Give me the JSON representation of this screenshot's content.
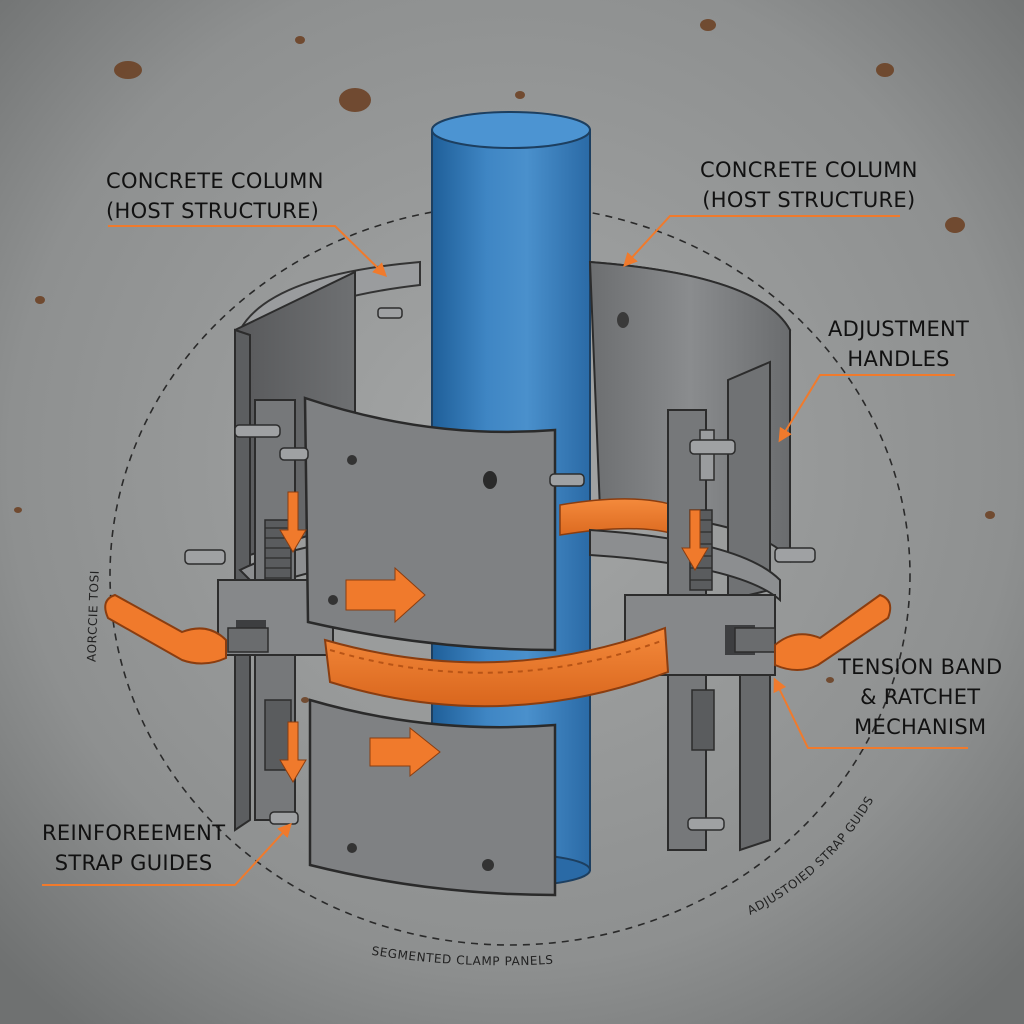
{
  "labels": {
    "column_left": [
      "CONCRETE COLUMN",
      "(HOST STRUCTURE)"
    ],
    "column_right": [
      "CONCRETE COLUMN",
      "(HOST STRUCTURE)"
    ],
    "adjustment_handles": [
      "ADJUSTMENT",
      "HANDLES"
    ],
    "tension_band": [
      "TENSION BAND",
      "& RATCHET",
      "MECHANISM"
    ],
    "reinforcement": [
      "REINFOREEMENT",
      "STRAP GUIDES"
    ]
  },
  "arc_labels": {
    "left": "AORCCIE TOSI",
    "right": "ADJUSTOIED STRAP GUIDS",
    "bottom": "SEGMENTED CLAMP PANELS"
  },
  "colors": {
    "accent": "#f07a2c",
    "column": "#3d7fb8",
    "steel": "#7d7f81",
    "background": "#8d8f8f"
  }
}
